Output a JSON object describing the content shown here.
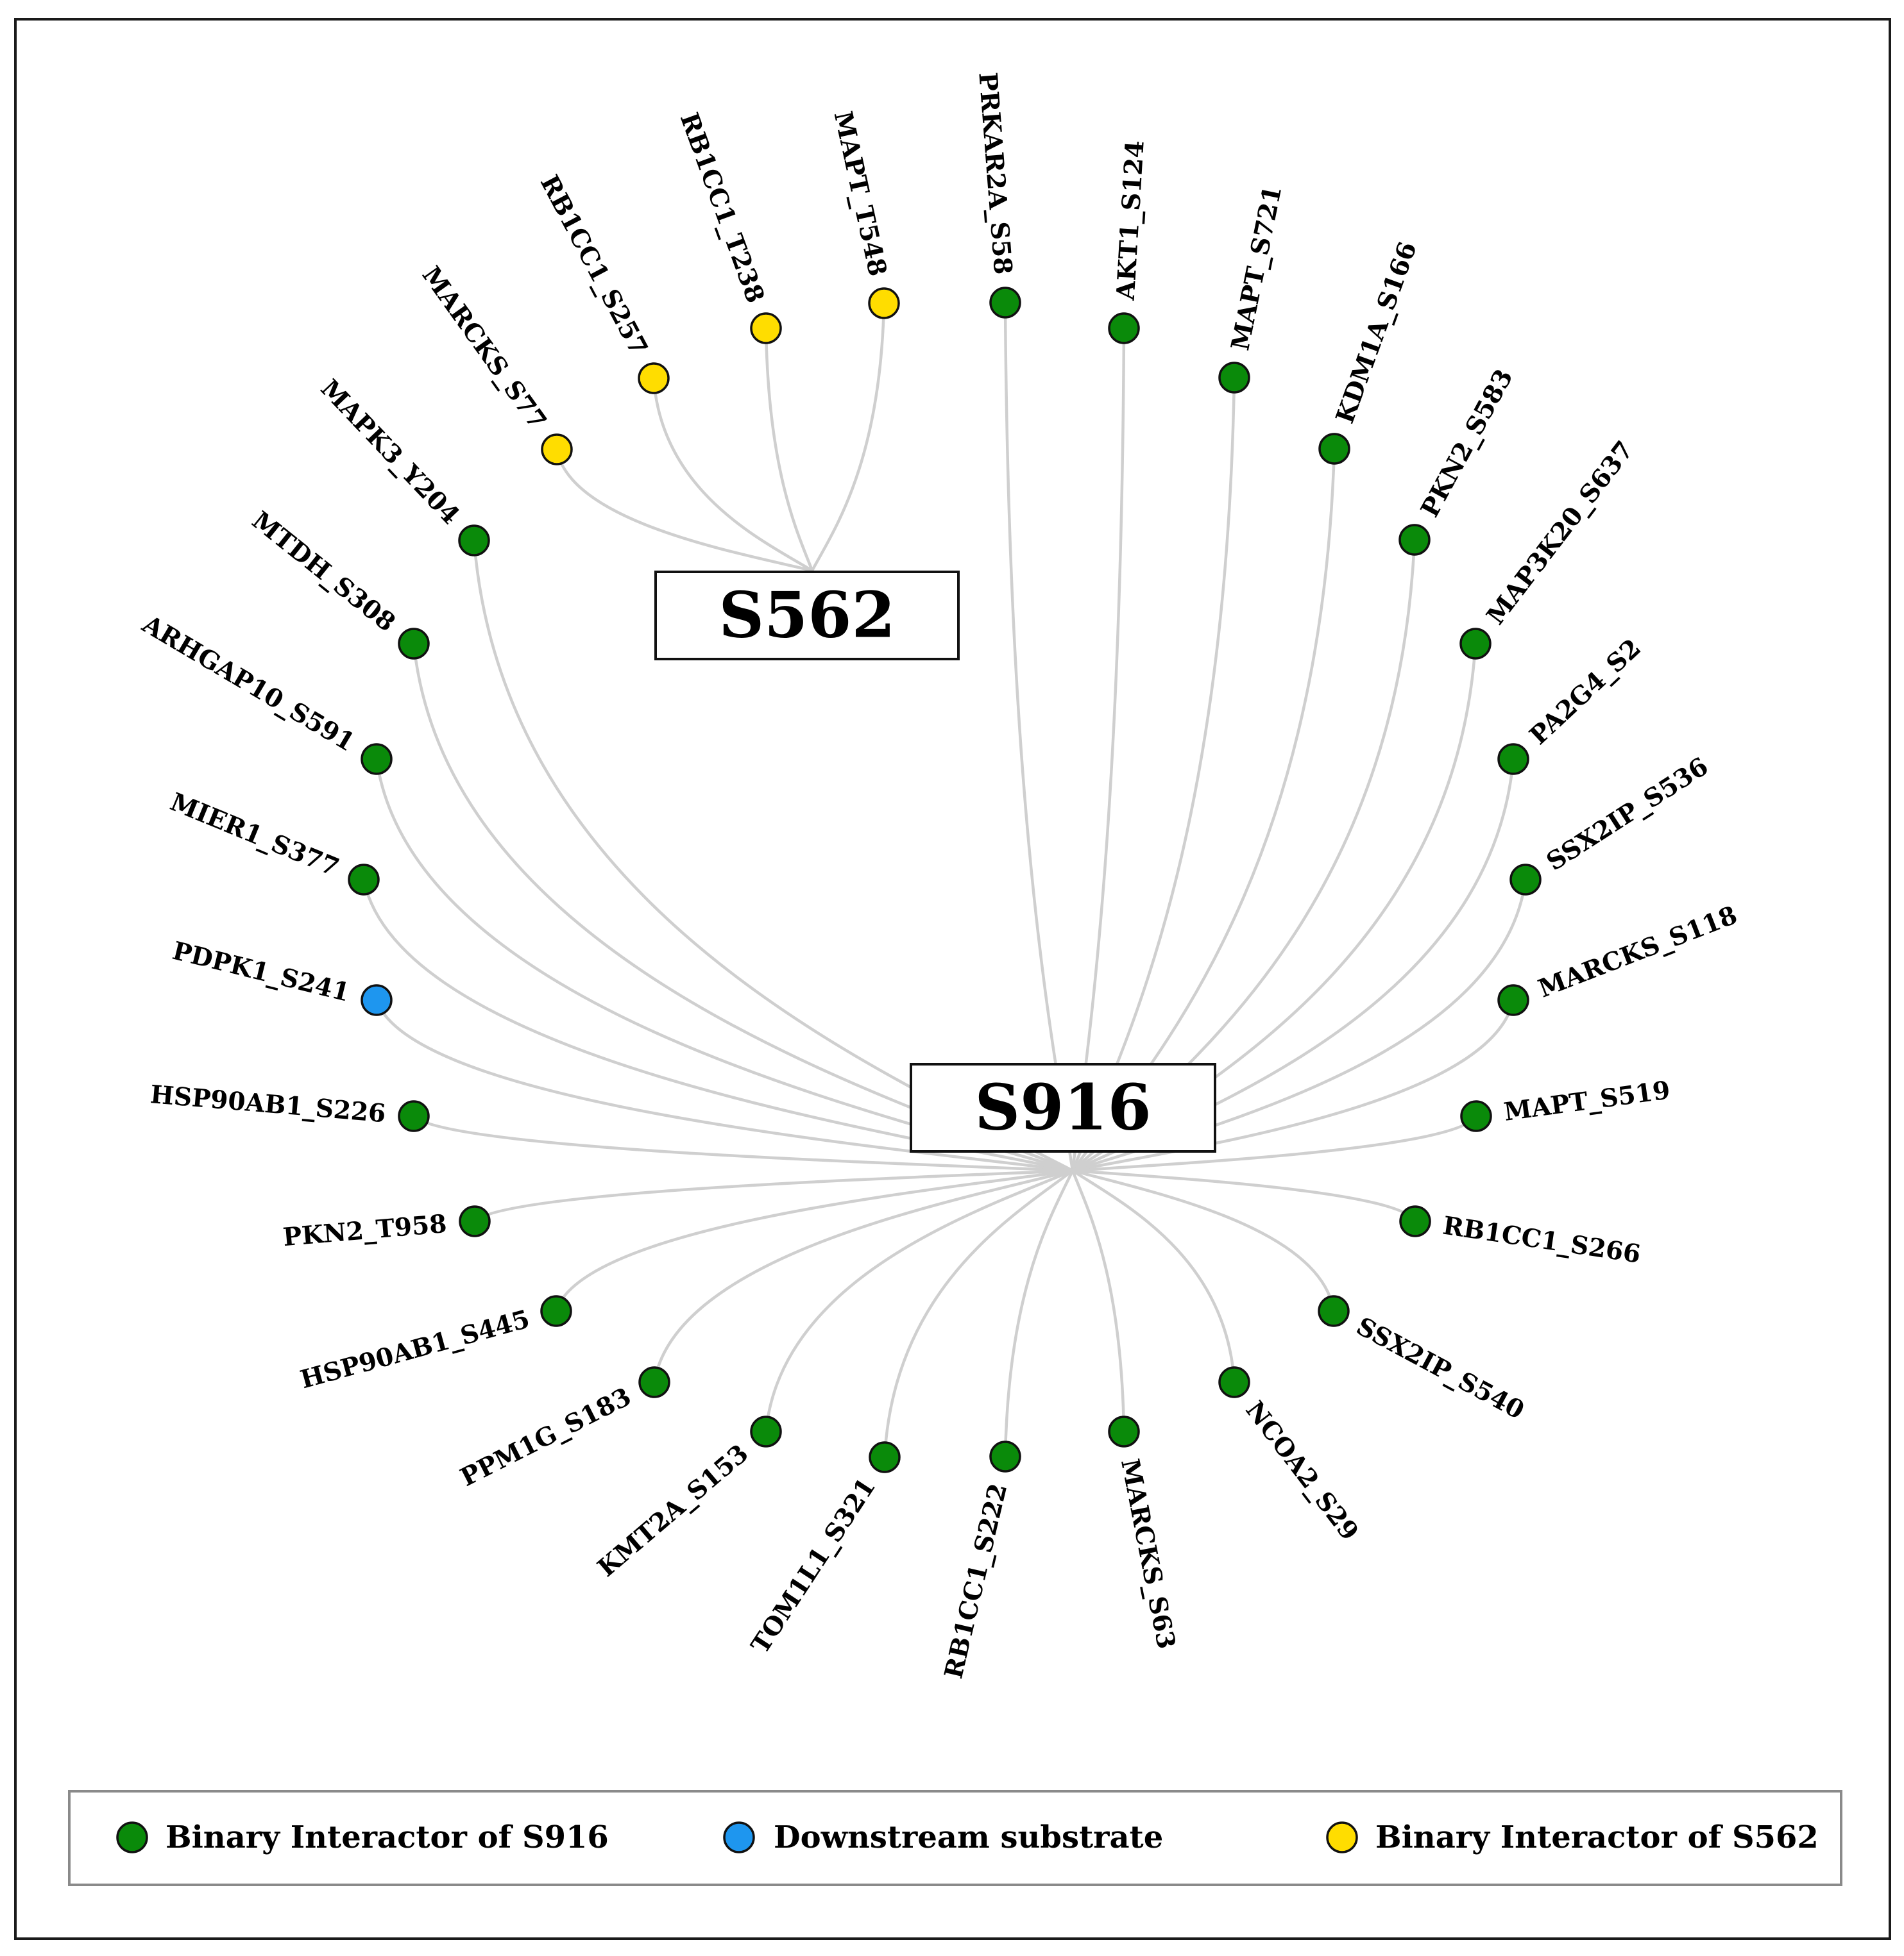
{
  "hubs": {
    "s562": {
      "label": "S562"
    },
    "s916": {
      "label": "S916"
    }
  },
  "colors": {
    "binary_s916": "#0a8a0a",
    "downstream": "#1e96ef",
    "binary_s562": "#ffdd00"
  },
  "nodes": [
    {
      "label": "MARCKS_S77",
      "hub": "s562",
      "type": "binary_s562"
    },
    {
      "label": "RB1CC1_S257",
      "hub": "s562",
      "type": "binary_s562"
    },
    {
      "label": "RB1CC1_T238",
      "hub": "s562",
      "type": "binary_s562"
    },
    {
      "label": "MAPT_T548",
      "hub": "s562",
      "type": "binary_s562"
    },
    {
      "label": "PRKAR2A_S58",
      "hub": "s916",
      "type": "binary_s916"
    },
    {
      "label": "AKT1_S124",
      "hub": "s916",
      "type": "binary_s916"
    },
    {
      "label": "MAPT_S721",
      "hub": "s916",
      "type": "binary_s916"
    },
    {
      "label": "KDM1A_S166",
      "hub": "s916",
      "type": "binary_s916"
    },
    {
      "label": "PKN2_S583",
      "hub": "s916",
      "type": "binary_s916"
    },
    {
      "label": "MAP3K20_S637",
      "hub": "s916",
      "type": "binary_s916"
    },
    {
      "label": "PA2G4_S2",
      "hub": "s916",
      "type": "binary_s916"
    },
    {
      "label": "SSX2IP_S536",
      "hub": "s916",
      "type": "binary_s916"
    },
    {
      "label": "MARCKS_S118",
      "hub": "s916",
      "type": "binary_s916"
    },
    {
      "label": "MAPT_S519",
      "hub": "s916",
      "type": "binary_s916"
    },
    {
      "label": "RB1CC1_S266",
      "hub": "s916",
      "type": "binary_s916"
    },
    {
      "label": "SSX2IP_S540",
      "hub": "s916",
      "type": "binary_s916"
    },
    {
      "label": "NCOA2_S29",
      "hub": "s916",
      "type": "binary_s916"
    },
    {
      "label": "MARCKS_S63",
      "hub": "s916",
      "type": "binary_s916"
    },
    {
      "label": "RB1CC1_S222",
      "hub": "s916",
      "type": "binary_s916"
    },
    {
      "label": "TOM1L1_S321",
      "hub": "s916",
      "type": "binary_s916"
    },
    {
      "label": "KMT2A_S153",
      "hub": "s916",
      "type": "binary_s916"
    },
    {
      "label": "PPM1G_S183",
      "hub": "s916",
      "type": "binary_s916"
    },
    {
      "label": "HSP90AB1_S445",
      "hub": "s916",
      "type": "binary_s916"
    },
    {
      "label": "PKN2_T958",
      "hub": "s916",
      "type": "binary_s916"
    },
    {
      "label": "HSP90AB1_S226",
      "hub": "s916",
      "type": "binary_s916"
    },
    {
      "label": "PDPK1_S241",
      "hub": "s916",
      "type": "downstream"
    },
    {
      "label": "MIER1_S377",
      "hub": "s916",
      "type": "binary_s916"
    },
    {
      "label": "ARHGAP10_S591",
      "hub": "s916",
      "type": "binary_s916"
    },
    {
      "label": "MTDH_S308",
      "hub": "s916",
      "type": "binary_s916"
    },
    {
      "label": "MAPK3_Y204",
      "hub": "s916",
      "type": "binary_s916"
    }
  ],
  "legend": {
    "items": [
      {
        "label": "Binary Interactor of S916",
        "type": "binary_s916"
      },
      {
        "label": "Downstream substrate",
        "type": "downstream"
      },
      {
        "label": "Binary Interactor of S562",
        "type": "binary_s562"
      }
    ]
  }
}
